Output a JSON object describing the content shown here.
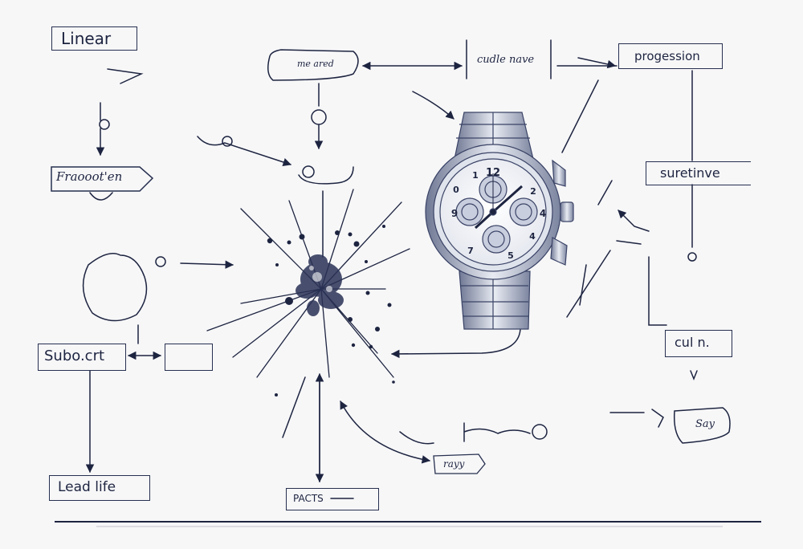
{
  "nodes": {
    "linear": "Linear",
    "fragment": "Fraooot'en",
    "me_area": "me ared",
    "cuddle_nave": "cudle nave",
    "progession": "progession",
    "suretinve": "suretinve",
    "cul_n": "cul n.",
    "subocrt": "Subo.crt",
    "lead_life": "Lead life",
    "pacts": "PACTS",
    "rayy": "rayy",
    "say": "Say"
  },
  "colors": {
    "ink": "#1d2440",
    "background": "#f7f7f8",
    "steel": "#8e96ad"
  },
  "icons": [
    "watch-illustration",
    "ink-splatter",
    "scribble-blob"
  ]
}
